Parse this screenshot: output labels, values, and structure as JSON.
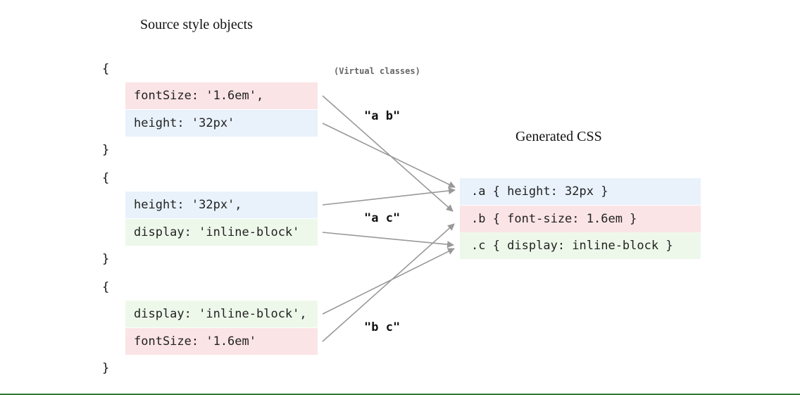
{
  "titles": {
    "source": "Source style objects",
    "generated": "Generated CSS",
    "virtual_note": "(Virtual classes)"
  },
  "braces": {
    "open": "{",
    "close": "}"
  },
  "source_objects": [
    {
      "lines": [
        "fontSize: '1.6em',",
        "height: '32px'"
      ]
    },
    {
      "lines": [
        "height: '32px',",
        "display: 'inline-block'"
      ]
    },
    {
      "lines": [
        "display: 'inline-block',",
        "fontSize: '1.6em'"
      ]
    }
  ],
  "virtual_labels": [
    "\"a b\"",
    "\"a c\"",
    "\"b c\""
  ],
  "generated_css": [
    ".a { height: 32px }",
    ".b { font-size: 1.6em }",
    ".c { display: inline-block }"
  ],
  "colors": {
    "height": "#e9f2fb",
    "fontSize": "#fbe4e6",
    "display": "#eef8ea",
    "arrow": "#999999"
  }
}
